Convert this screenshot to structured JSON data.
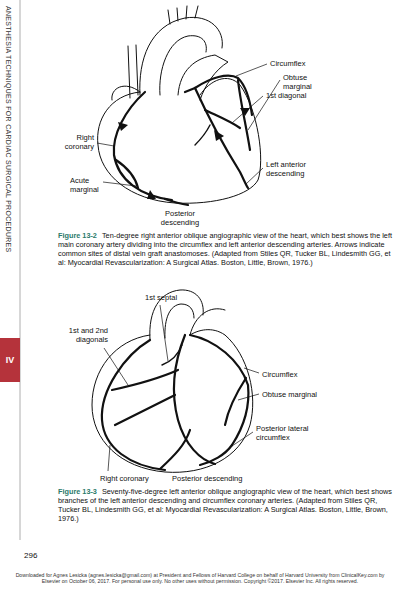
{
  "diagram": {
    "nodes": [
      {
        "text": [
          "IV"
        ]
      }
    ],
    "labels": [
      "ANESTHESIA TECHNIQUES FOR CARDIAC SURGICAL PROCEDURES",
      "Circumflex",
      "Obtuse marginal",
      "1st diagonal",
      "Right coronary",
      "Left anterior descending",
      "Acute marginal",
      "Posterior descending",
      "Figure 13-2",
      "Ten-degree right anterior oblique angiographic view of the heart, which best shows the left main coronary artery dividing into the circumflex and left anterior descending arteries. Arrows indicate common sites of distal vein graft anastomoses. (Adapted from Stiles QR, Tucker BL, Lindesmith GG, et al: Myocardial Revascularization: A Surgical Atlas. Boston, Little, Brown, 1976.)",
      "1st septal",
      "1st and 2nd diagonals",
      "Circumflex",
      "Obtuse marginal",
      "Posterior lateral circumflex",
      "Right coronary",
      "Posterior descending",
      "Figure 13-3",
      "Seventy-five-degree left anterior oblique angiographic view of the heart, which best shows branches of the left anterior descending and circumflex coronary arteries. (Adapted from Stiles QR, Tucker BL, Lindesmith GG, et al: Myocardial Revascularization: A Surgical Atlas. Boston, Little, Brown, 1976.)",
      "296",
      "Downloaded for Agnes Lesicka (agnes.lesicka@gmail.com) at President and Fellows of Harvard College on behalf of Harvard University from ClinicalKey.com by Elsevier on October 06, 2017. For personal use only. No other uses without permission. Copyright ©2017. Elsevier Inc. All rights reserved."
    ]
  }
}
